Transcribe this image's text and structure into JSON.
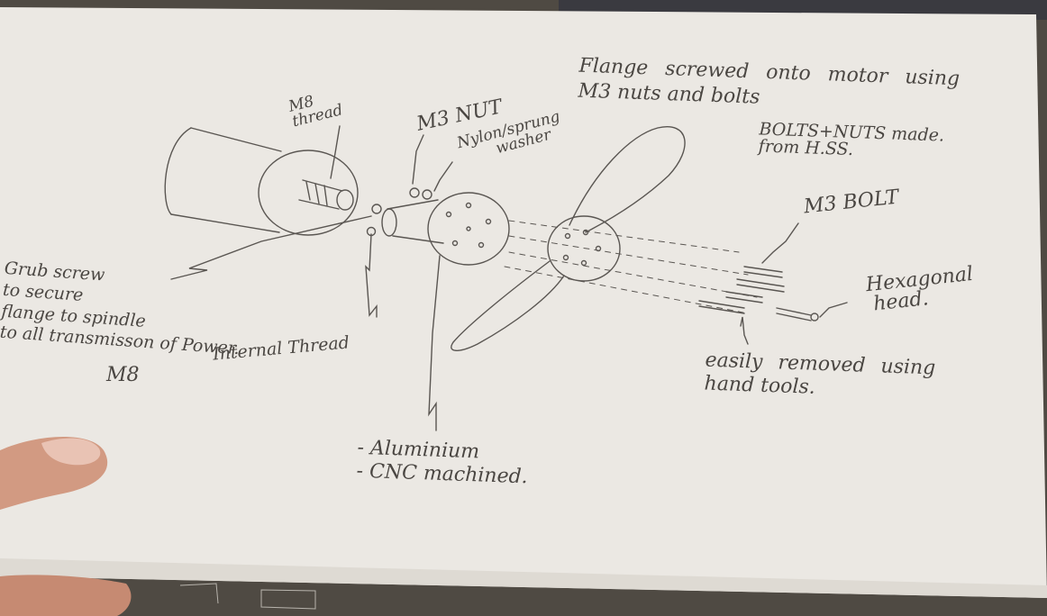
{
  "labels": {
    "m8_thread": [
      "M8",
      "thread"
    ],
    "m3_nut": "M3 NUT",
    "washer": [
      "Nylon/sprung",
      "washer"
    ],
    "flange_note": [
      "Flange screwed onto motor using",
      "M3 nuts and bolts"
    ],
    "bolts_nuts_note": [
      "BOLTS+NUTS made.",
      "from H.SS."
    ],
    "m3_bolt": "M3 BOLT",
    "grub_screw": [
      "Grub screw",
      "to secure",
      "flange to spindle",
      "to all transmisson of Power."
    ],
    "m8": "M8",
    "internal_thread": "Internal Thread",
    "hex_head": [
      "Hexagonal",
      "head."
    ],
    "removal_note": [
      "easily removed using",
      "hand tools."
    ],
    "material_note": [
      "- Aluminium",
      "- CNC machined."
    ]
  },
  "colors": {
    "paper": "#ebe8e3",
    "pencil": "#5a5652",
    "background": "#4f4a43"
  }
}
